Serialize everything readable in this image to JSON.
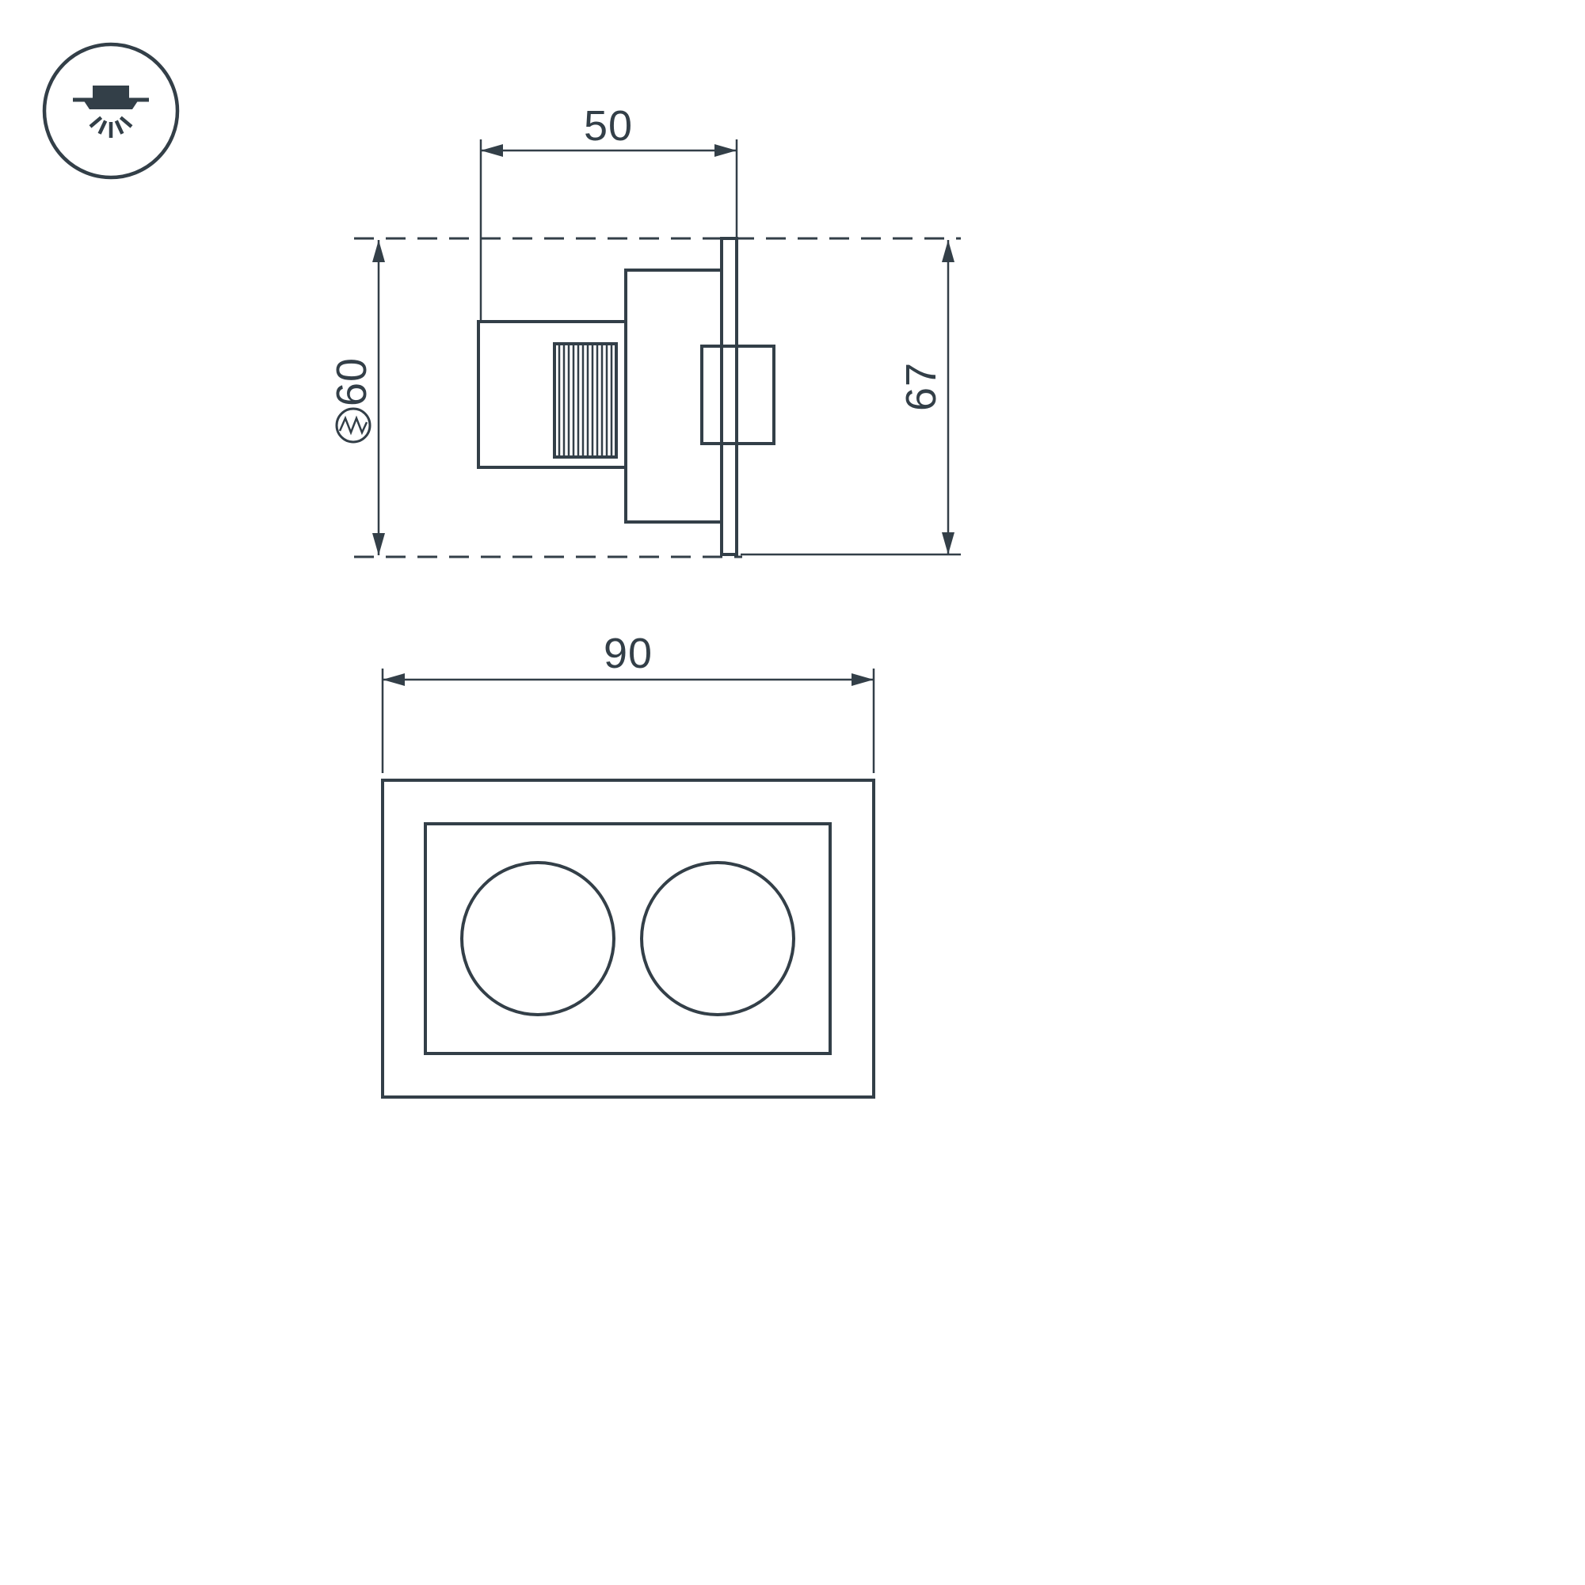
{
  "colors": {
    "line": "#333F48",
    "background": "#FFFFFF"
  },
  "legend_icon": {
    "name": "recessed-downlight-icon"
  },
  "views": {
    "side": {
      "name": "side-section-view",
      "dimensions": {
        "body_width": {
          "value": "50"
        },
        "cutout": {
          "value": "60",
          "symbol": "cutout-hole-icon"
        },
        "overall_height": {
          "value": "67"
        }
      }
    },
    "front": {
      "name": "front-view",
      "dimensions": {
        "overall_width": {
          "value": "90"
        }
      }
    }
  }
}
